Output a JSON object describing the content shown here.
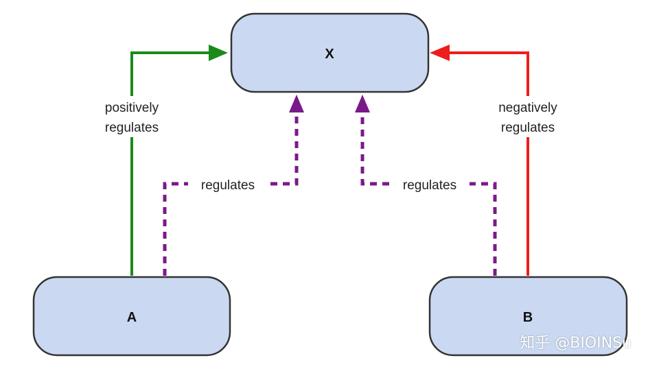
{
  "nodes": {
    "x": {
      "label": "X"
    },
    "a": {
      "label": "A"
    },
    "b": {
      "label": "B"
    }
  },
  "edges": {
    "a_to_x": {
      "label_line1": "positively",
      "label_line2": "regulates",
      "type": "positive",
      "color": "#1a8a1a"
    },
    "b_to_x": {
      "label_line1": "negatively",
      "label_line2": "regulates",
      "type": "negative",
      "color": "#ee1c1c"
    },
    "a_dashed_to_x": {
      "label": "regulates",
      "type": "unspecified",
      "color": "#7a1a8a"
    },
    "b_dashed_to_x": {
      "label": "regulates",
      "type": "unspecified",
      "color": "#7a1a8a"
    }
  },
  "colors": {
    "node_fill": "#cad9f1",
    "node_stroke": "#333333"
  },
  "watermark": {
    "text": "知乎 @BIOINSu"
  }
}
